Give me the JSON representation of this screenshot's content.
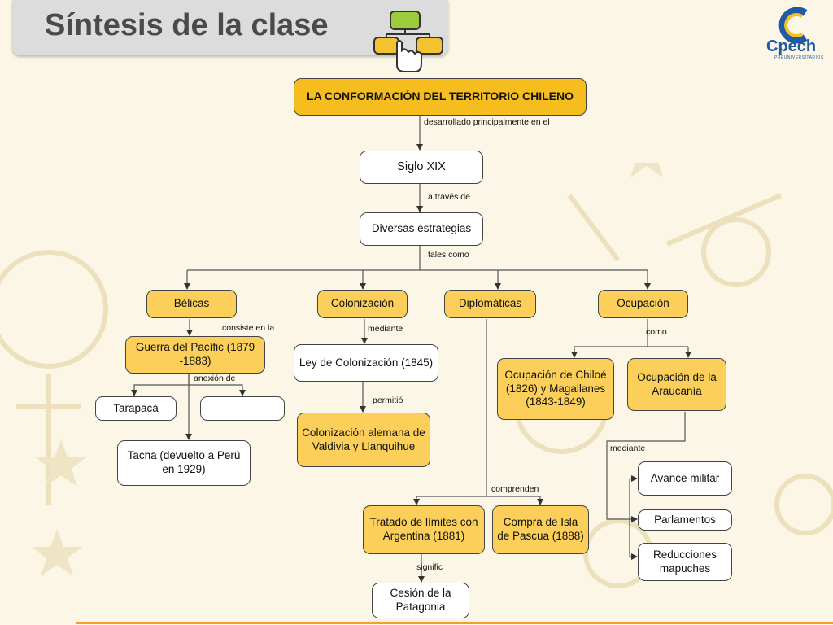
{
  "header": {
    "title": "Síntesis de la clase",
    "logo_text": "Cpech",
    "logo_subtext": "PREUNIVERSITARIOS"
  },
  "diagram": {
    "nodes": {
      "root": "LA CONFORMACIÓN DEL TERRITORIO CHILENO",
      "siglo": "Siglo XIX",
      "estrategias": "Diversas estrategias",
      "belicas": "Bélicas",
      "colonizacion": "Colonización",
      "diplomaticas": "Diplomáticas",
      "ocupacion": "Ocupación",
      "guerra": "Guerra del Pacífic (1879 -1883)",
      "tarapaca": "Tarapacá",
      "blank": "",
      "tacna": "Tacna (devuelto a Perú en 1929)",
      "ley": "Ley de Colonización (1845)",
      "colonizacion_alemana": "Colonización alemana de Valdivia y Llanquihue",
      "chiloe": "Ocupación de Chiloé (1826) y Magallanes (1843-1849)",
      "araucania": "Ocupación de la Araucanía",
      "avance": "Avance militar",
      "parlamentos": "Parlamentos",
      "reducciones": "Reducciones mapuches",
      "tratado": "Tratado de límites con Argentina (1881)",
      "pascua": "Compra de Isla de Pascua (1888)",
      "patagonia": "Cesión de la Patagonia"
    },
    "labels": {
      "desarrollado": "desarrollado principalmente en el",
      "a_traves": "a través de",
      "tales_como": "tales como",
      "consiste": "consiste en la",
      "mediante1": "mediante",
      "como": "como",
      "anexion": "anexión de",
      "permitio": "permitió",
      "mediante2": "mediante",
      "comprenden": "comprenden",
      "signific": "signific"
    }
  }
}
